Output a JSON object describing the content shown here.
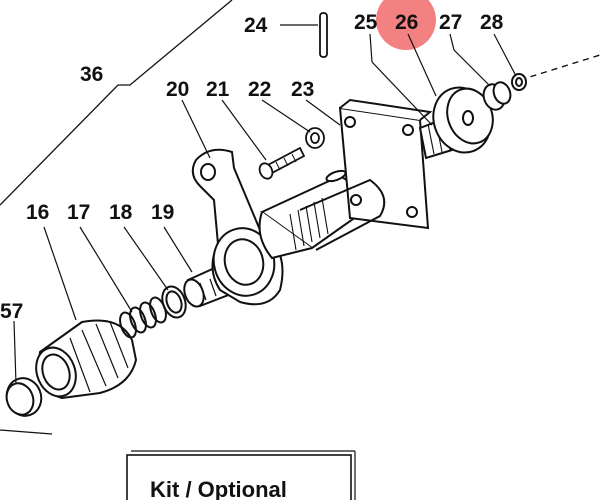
{
  "diagram": {
    "callouts": {
      "p16": "16",
      "p17": "17",
      "p18": "18",
      "p19": "19",
      "p20": "20",
      "p21": "21",
      "p22": "22",
      "p23": "23",
      "p24": "24",
      "p25": "25",
      "p26": "26",
      "p27": "27",
      "p28": "28",
      "p36": "36",
      "p57": "57"
    },
    "highlighted_part": "26",
    "highlight_color": "#f26b6b",
    "line_color": "#111111"
  },
  "kit": {
    "label": "Kit / Optional"
  }
}
